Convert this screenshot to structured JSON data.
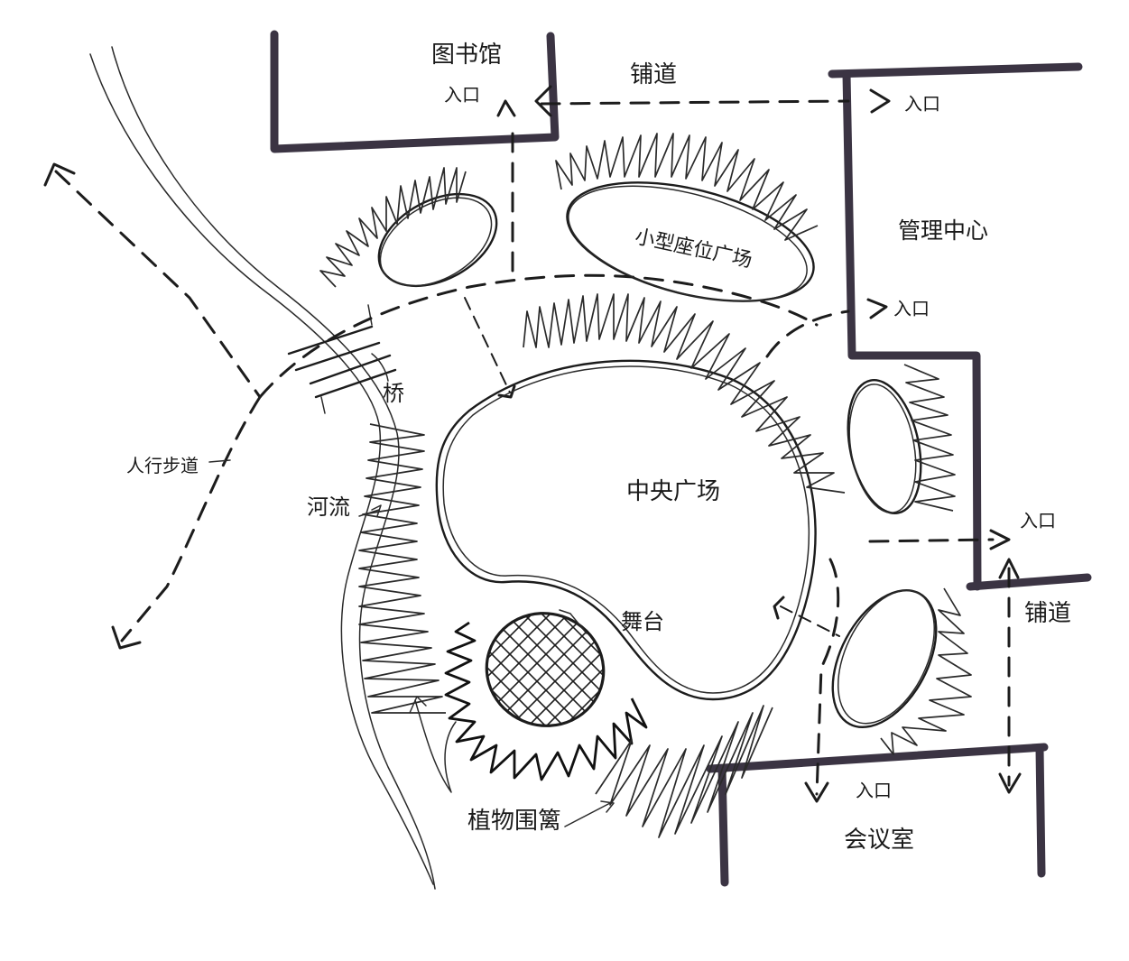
{
  "labels": {
    "library": "图书馆",
    "paved_road_top": "铺道",
    "entrance_library": "入口",
    "entrance_top_right": "入口",
    "management_center": "管理中心",
    "entrance_mgmt_lower": "入口",
    "small_plaza": "小型座位广场",
    "bridge": "桥",
    "pedestrian_path": "人行步道",
    "river": "河流",
    "central_plaza": "中央广场",
    "entrance_right": "入口",
    "paved_road_right": "铺道",
    "stage": "舞台",
    "plant_border": "植物围篱",
    "entrance_bottom": "入口",
    "meeting_room": "会议室"
  },
  "colors": {
    "ink": "#1c1c1c",
    "wall": "#3b3443",
    "paper": "#ffffff"
  }
}
